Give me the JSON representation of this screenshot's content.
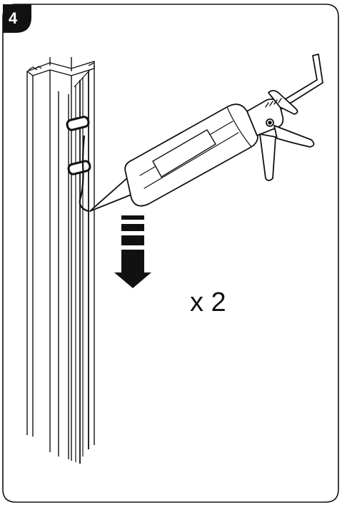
{
  "step": {
    "number": "4"
  },
  "quantity": {
    "label": "x 2"
  },
  "colors": {
    "ink": "#111111",
    "paper": "#ffffff",
    "step_badge": "#111111",
    "arrow": "#111111"
  },
  "icons": {
    "step_badge": "step-number-badge",
    "arrow": "down-arrow-icon",
    "tool": "caulking-gun-icon",
    "profile": "door-frame-profile"
  }
}
